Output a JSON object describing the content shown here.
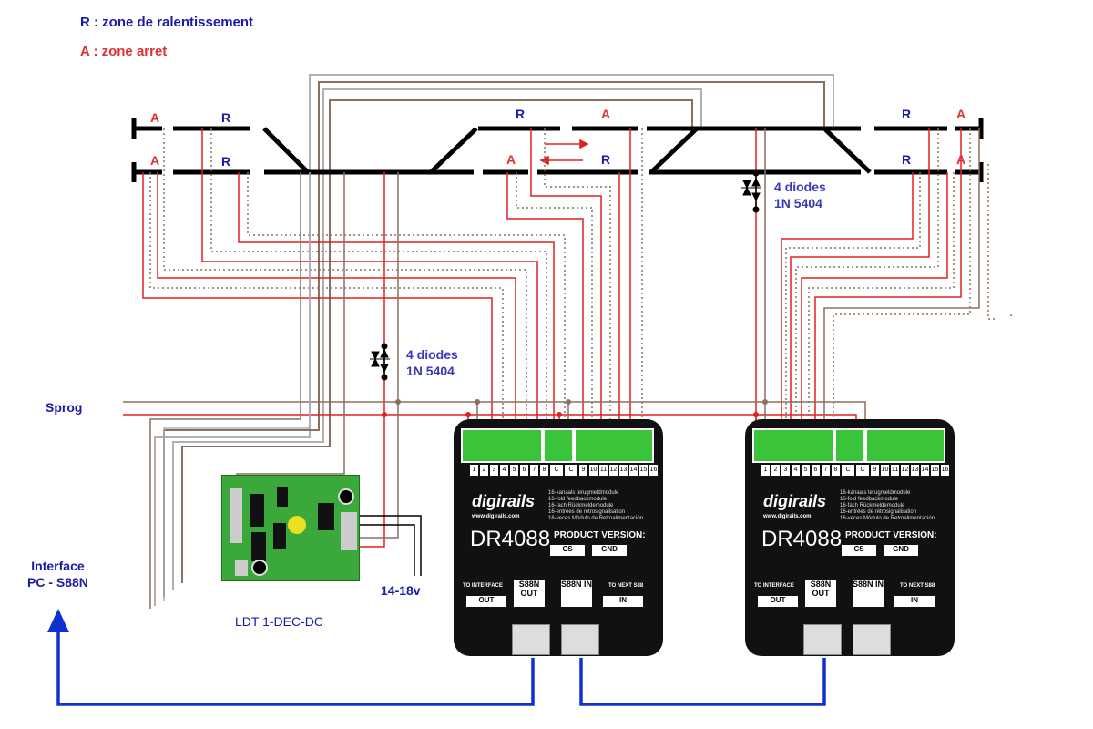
{
  "legend": {
    "r_text": "R : zone de ralentissement",
    "a_text": "A : zone arret"
  },
  "zones": {
    "top_left_a": "A",
    "top_left_r": "R",
    "bottom_left_a": "A",
    "bottom_left_r": "R",
    "top_mid_r": "R",
    "top_mid_a": "A",
    "bottom_mid_a": "A",
    "bottom_mid_r": "R",
    "top_right_r": "R",
    "top_right_a": "A",
    "bottom_right_r": "R",
    "bottom_right_a": "A"
  },
  "diodes": {
    "right_line1": "4 diodes",
    "right_line2": "1N 5404",
    "left_line1": "4 diodes",
    "left_line2": "1N 5404"
  },
  "labels": {
    "sprog": "Sprog",
    "interface_line1": "Interface",
    "interface_line2": "PC - S88N",
    "ldt": "LDT 1-DEC-DC",
    "voltage": "14-18v"
  },
  "modules": [
    {
      "brand": "digirails",
      "model": "DR4088",
      "product_version": "PRODUCT VERSION:",
      "cs": "CS",
      "gnd": "GND",
      "to_interface": "TO INTERFACE",
      "to_next": "TO NEXT S88",
      "out": "OUT",
      "in": "IN",
      "s88n_out": "S88N OUT",
      "s88n_in": "S88N IN",
      "pins_a": [
        "1",
        "2",
        "3",
        "4",
        "5",
        "6",
        "7",
        "8"
      ],
      "pins_b": [
        "9",
        "10",
        "11",
        "12",
        "13",
        "14",
        "15",
        "16"
      ],
      "c1": "C",
      "c2": "C",
      "desc": "16-kanaals terugmeldmodule\n16-fold feedbackmodule\n16-fach Rückmeldemodule\n16-entrées de rétrosignalisation\n16-veces Módulo de Retroalimentación",
      "site": "www.digirails.com"
    },
    {
      "brand": "digirails",
      "model": "DR4088",
      "product_version": "PRODUCT VERSION:",
      "cs": "CS",
      "gnd": "GND",
      "to_interface": "TO INTERFACE",
      "to_next": "TO NEXT S88",
      "out": "OUT",
      "in": "IN",
      "s88n_out": "S88N OUT",
      "s88n_in": "S88N IN",
      "pins_a": [
        "1",
        "2",
        "3",
        "4",
        "5",
        "6",
        "7",
        "8"
      ],
      "pins_b": [
        "9",
        "10",
        "11",
        "12",
        "13",
        "14",
        "15",
        "16"
      ],
      "c1": "C",
      "c2": "C",
      "desc": "16-kanaals terugmeldmodule\n16-fold feedbackmodule\n16-fach Rückmeldemodule\n16-entrées de rétrosignalisation\n16-veces Módulo de Retroalimentación",
      "site": "www.digirails.com"
    }
  ],
  "colors": {
    "red_wire": "#e02020",
    "brown_wire": "#8a7060",
    "gray_wire": "#b0b0b0",
    "blue_bus": "#1030d0",
    "track": "#000000"
  }
}
